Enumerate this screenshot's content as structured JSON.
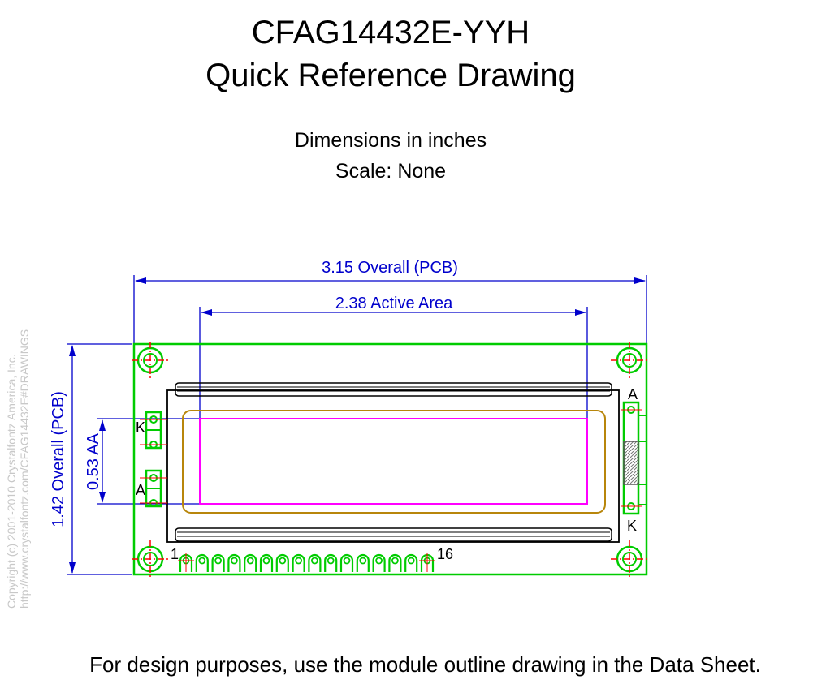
{
  "title": {
    "line1": "CFAG14432E-YYH",
    "line2": "Quick Reference Drawing"
  },
  "subtitle": {
    "line1": "Dimensions in inches",
    "line2": "Scale: None"
  },
  "dimensions": {
    "overall_width": "3.15 Overall (PCB)",
    "active_width": "2.38 Active Area",
    "overall_height": "1.42 Overall (PCB)",
    "active_height": "0.53 AA"
  },
  "pin_labels": {
    "left_k": "K",
    "left_a": "A",
    "right_a": "A",
    "right_k": "K",
    "pin_first": "1",
    "pin_last": "16"
  },
  "copyright": {
    "line1": "Copyright (c) 2001-2010 Crystalfontz America, Inc.",
    "line2": "http://www.crystalfontz.com/CFAG14432E#DRAWINGS"
  },
  "footer": "For design purposes, use the module outline drawing in the Data Sheet.",
  "colors": {
    "pcb_outline": "#00cc00",
    "dimension": "#0000cc",
    "active_area": "#ff00ff",
    "viewing_area": "#b8860b",
    "centerline": "#ff0000"
  }
}
